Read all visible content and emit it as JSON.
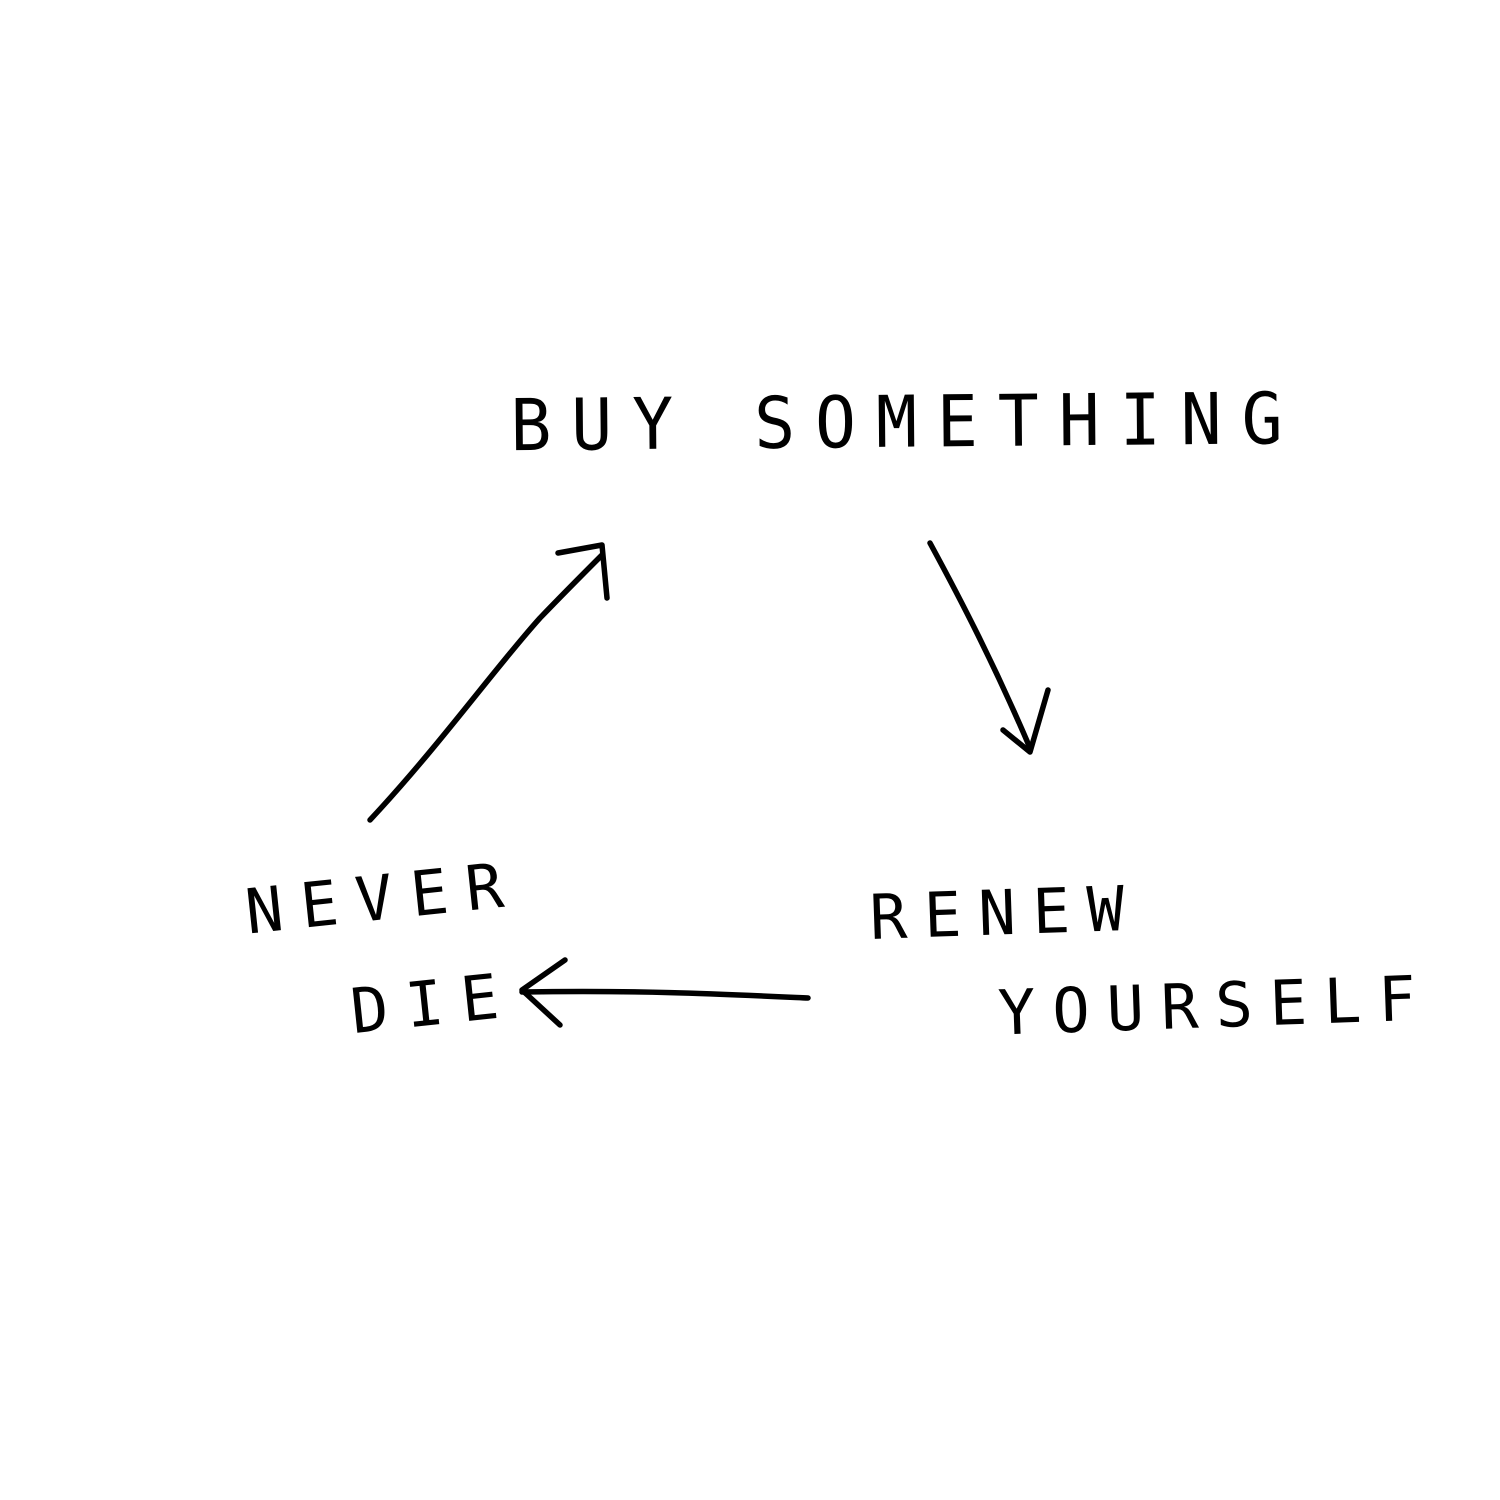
{
  "diagram": {
    "nodes": {
      "top": "BUY SOMETHING",
      "right_line1": "RENEW",
      "right_line2": "YOURSELF",
      "left_line1": "NEVER",
      "left_line2": "DIE"
    },
    "edges": [
      {
        "from": "BUY SOMETHING",
        "to": "RENEW YOURSELF"
      },
      {
        "from": "RENEW YOURSELF",
        "to": "NEVER DIE"
      },
      {
        "from": "NEVER DIE",
        "to": "BUY SOMETHING"
      }
    ],
    "colors": {
      "ink": "#000000",
      "background": "#ffffff"
    }
  }
}
